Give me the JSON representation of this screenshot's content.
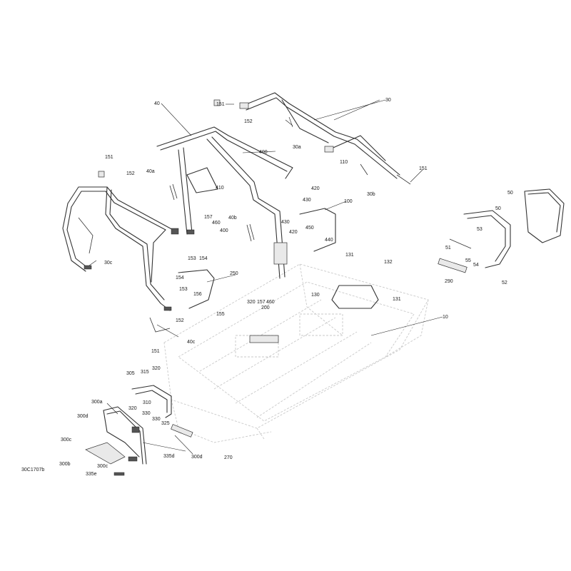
{
  "diagram": {
    "code": "30C1707b",
    "callouts": {
      "c30": "30",
      "c30a": "30a",
      "c30b": "30b",
      "c40": "40",
      "c40a": "40a",
      "c40b": "40b",
      "c40c": "40c",
      "c151a": "151",
      "c152a": "152",
      "c151b": "151",
      "c152b": "152",
      "c151c": "151",
      "c151d": "151",
      "c400a": "400",
      "c400b": "400",
      "c410": "410",
      "c110": "110",
      "c420a": "420",
      "c430a": "430",
      "c100": "100",
      "c430b": "430",
      "c420b": "420",
      "c450": "450",
      "c440": "440",
      "c157a": "157",
      "c460a": "460",
      "c153a": "153",
      "c154a": "154",
      "c154b": "154",
      "c153b": "153",
      "c156": "156",
      "c250": "250",
      "c155": "155",
      "c152c": "152",
      "c320a": "320",
      "c157b": "157",
      "c460b": "460",
      "c200": "200",
      "c131a": "131",
      "c132": "132",
      "c130": "130",
      "c131b": "131",
      "c10": "10",
      "c50a": "50",
      "c50b": "50",
      "c53": "53",
      "c51": "51",
      "c55": "55",
      "c54": "54",
      "c290": "290",
      "c52": "52",
      "c30c": "30c",
      "c305": "305",
      "c315": "315",
      "c320b": "320",
      "c310": "310",
      "c300a": "300a",
      "c300d1": "300d",
      "c320c": "320",
      "c330a": "330",
      "c330b": "330",
      "c325": "325",
      "c300c1": "300c",
      "c300b": "300b",
      "c300c2": "300c",
      "c335d": "335d",
      "c300d2": "300d",
      "c335e": "335e",
      "c270": "270"
    }
  }
}
